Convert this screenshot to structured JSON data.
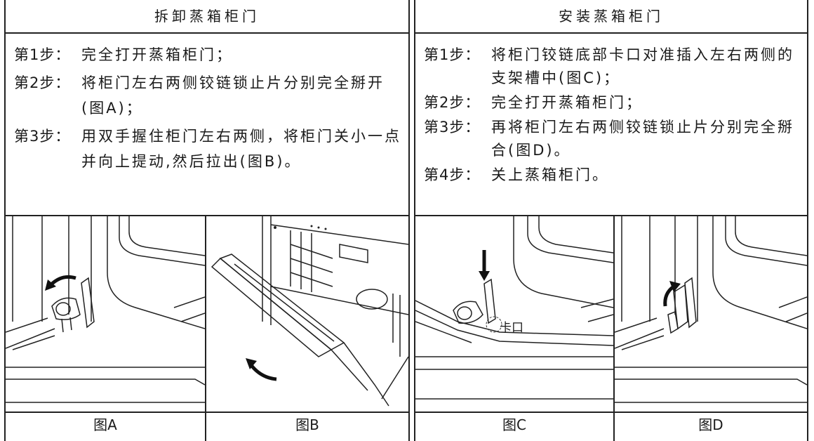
{
  "remove": {
    "title": "拆卸蒸箱柜门",
    "steps": [
      {
        "label": "第1步：",
        "text": "完全打开蒸箱柜门；"
      },
      {
        "label": "第2步：",
        "text": "将柜门左右两侧铰链锁止片分别完全掰开(图A)；"
      },
      {
        "label": "第3步：",
        "text": "用双手握住柜门左右两侧，将柜门关小一点并向上提动,然后拉出(图B)。"
      }
    ],
    "fig_a": "图A",
    "fig_b": "图B"
  },
  "install": {
    "title": "安装蒸箱柜门",
    "steps": [
      {
        "label": "第1步：",
        "text": "将柜门铰链底部卡口对准插入左右两侧的支架槽中(图C)；"
      },
      {
        "label": "第2步：",
        "text": "完全打开蒸箱柜门；"
      },
      {
        "label": "第3步：",
        "text": "再将柜门左右两侧铰链锁止片分别完全掰合(图D)。"
      },
      {
        "label": "第4步：",
        "text": "关上蒸箱柜门。"
      }
    ],
    "callout": "卡口",
    "fig_c": "图C",
    "fig_d": "图D"
  }
}
